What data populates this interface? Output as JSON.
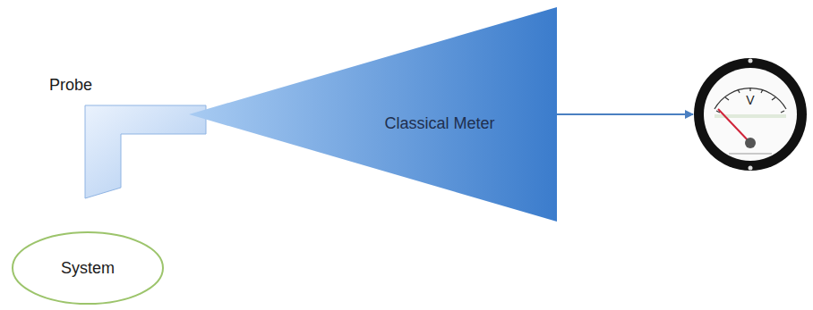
{
  "diagram": {
    "nodes": [
      {
        "text": [
          "Probe"
        ]
      },
      {
        "text": [
          "Classical Meter"
        ]
      },
      {
        "text": [
          "V"
        ]
      },
      {
        "text": [
          "System"
        ]
      }
    ],
    "edges": [
      {
        "from": 1,
        "to": 2,
        "arrow": "to"
      }
    ]
  }
}
